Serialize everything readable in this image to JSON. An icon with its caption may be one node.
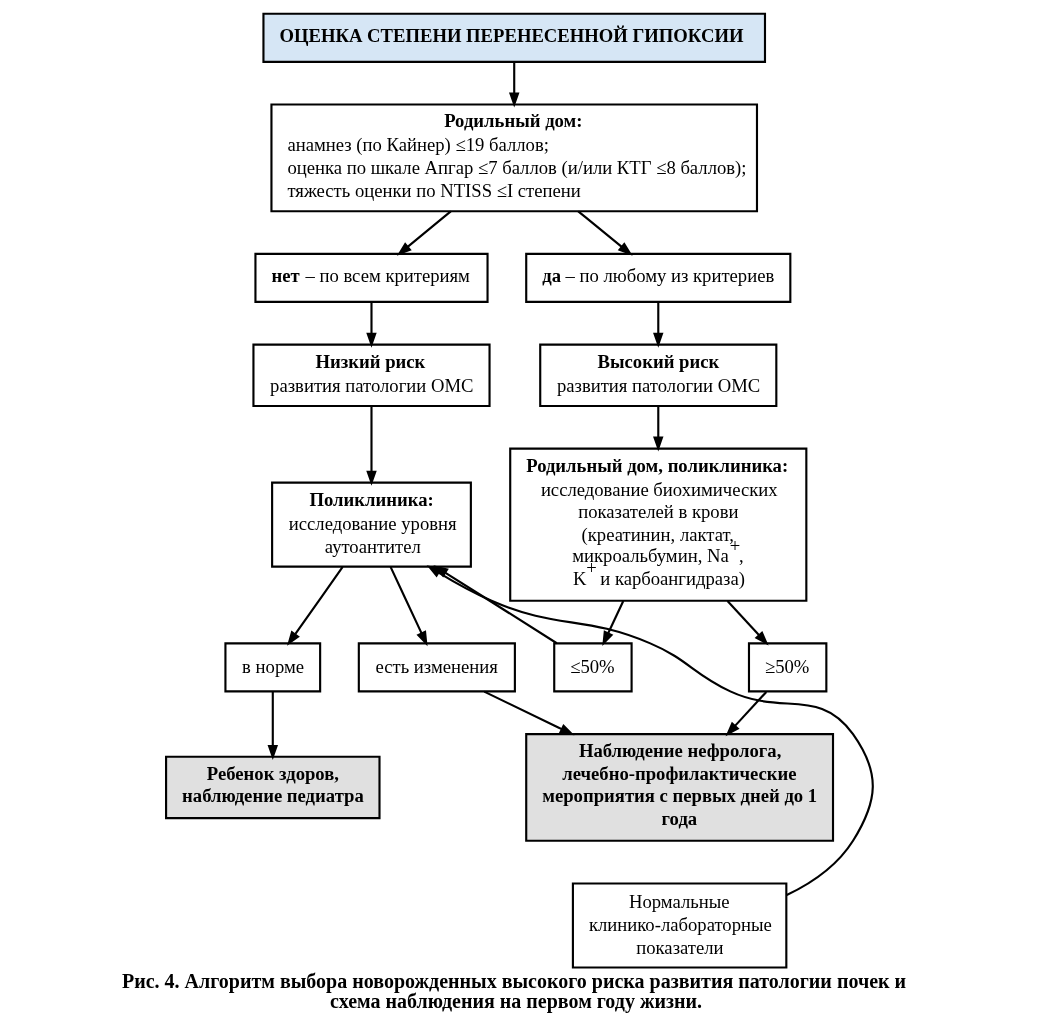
{
  "diagram": {
    "caption": "Рис. 4. Алгоритм выбора новорожденных высокого риска развития патологии почек и схема наблюдения на первом году жизни.",
    "nodes": [
      {
        "text": [
          "ОЦЕНКА СТЕПЕНИ ПЕРЕНЕСЕННОЙ ГИПОКСИИ"
        ]
      },
      {
        "text": [
          "Родильный дом:",
          "анамнез (по Кайнер) ≤19 баллов;",
          "оценка по шкале Апгар ≤7 баллов (и/или КТГ ≤8 баллов);",
          "тяжесть оценки по NTISS ≤I степени"
        ]
      },
      {
        "text": [
          "**нет** – по всем критериям"
        ]
      },
      {
        "text": [
          "**да** – по любому из критериев"
        ]
      },
      {
        "text": [
          "**Низкий риск** развития патологии ОМС"
        ]
      },
      {
        "text": [
          "**Высокий риск** развития патологии ОМС"
        ]
      },
      {
        "text": [
          "Поликлиника:",
          "исследование уровня аутоантител"
        ]
      },
      {
        "text": [
          "Родильный дом, поликлиника:",
          "исследование биохимических показателей в крови (креатинин, лактат, микроальбумин, Na$^{+}$, K$^{+}$ и карбоангидраза)"
        ]
      },
      {
        "text": [
          "в норме"
        ]
      },
      {
        "text": [
          "есть изменения"
        ]
      },
      {
        "text": [
          "≤50%"
        ]
      },
      {
        "text": [
          "≥50%"
        ]
      },
      {
        "text": [
          "Ребенок здоров, наблюдение педиатра"
        ]
      },
      {
        "text": [
          "Наблюдение нефролога, лечебно-профилактические мероприятия с первых дней до 1 года"
        ]
      },
      {
        "text": [
          "Нормальные клинико-лабораторные показатели"
        ]
      }
    ],
    "edges": [
      {
        "from": 0,
        "to": 1,
        "arrow": "to"
      },
      {
        "from": 1,
        "to": 2,
        "arrow": "to"
      },
      {
        "from": 1,
        "to": 3,
        "arrow": "to"
      },
      {
        "from": 2,
        "to": 4,
        "arrow": "to"
      },
      {
        "from": 3,
        "to": 5,
        "arrow": "to"
      },
      {
        "from": 4,
        "to": 6,
        "arrow": "to"
      },
      {
        "from": 5,
        "to": 7,
        "arrow": "to"
      },
      {
        "from": 6,
        "to": 8,
        "arrow": "to"
      },
      {
        "from": 6,
        "to": 9,
        "arrow": "to"
      },
      {
        "from": 7,
        "to": 10,
        "arrow": "to"
      },
      {
        "from": 7,
        "to": 11,
        "arrow": "to"
      },
      {
        "from": 8,
        "to": 12,
        "arrow": "to"
      },
      {
        "from": 9,
        "to": 13,
        "arrow": "to"
      },
      {
        "from": 10,
        "to": 6,
        "arrow": "to"
      },
      {
        "from": 11,
        "to": 13,
        "arrow": "to"
      },
      {
        "from": 14,
        "to": 6,
        "arrow": "to"
      }
    ]
  }
}
